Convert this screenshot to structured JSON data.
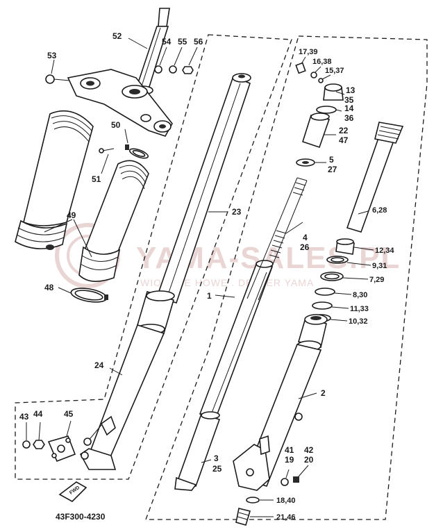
{
  "diagram_code": "43F300-4230",
  "watermark": {
    "main": "YAMA-SALES.PL",
    "sub": "WIODĄCE HOWE . DEALER YAMA",
    "color": "#ead5d5"
  },
  "colors": {
    "ink": "#1a1a1a",
    "paper": "#ffffff",
    "watermark": "#ead5d5"
  },
  "arrow_badge_icon": "front-arrow-icon",
  "callouts": {
    "c52": "52",
    "c53": "53",
    "c54": "54",
    "c55": "55",
    "c56": "56",
    "c50": "50",
    "c51": "51",
    "c49": "49",
    "c48": "48",
    "c23": "23",
    "c24": "24",
    "c43": "43",
    "c44": "44",
    "c45": "45",
    "c1": "1",
    "c3": "3",
    "c25": "25",
    "c2": "2",
    "c17": "17,39",
    "c16": "16,38",
    "c15": "15,37",
    "c13": "13",
    "c35": "35",
    "c14": "14",
    "c36": "36",
    "c22": "22",
    "c47": "47",
    "c5": "5",
    "c27": "27",
    "c4": "4",
    "c26": "26",
    "c6": "6,28",
    "c12": "12,34",
    "c9": "9,31",
    "c7": "7,29",
    "c8": "8,30",
    "c11": "11,33",
    "c10": "10,32",
    "c41": "41",
    "c19": "19",
    "c42": "42",
    "c20": "20",
    "c18": "18,40",
    "c21": "21,46"
  }
}
